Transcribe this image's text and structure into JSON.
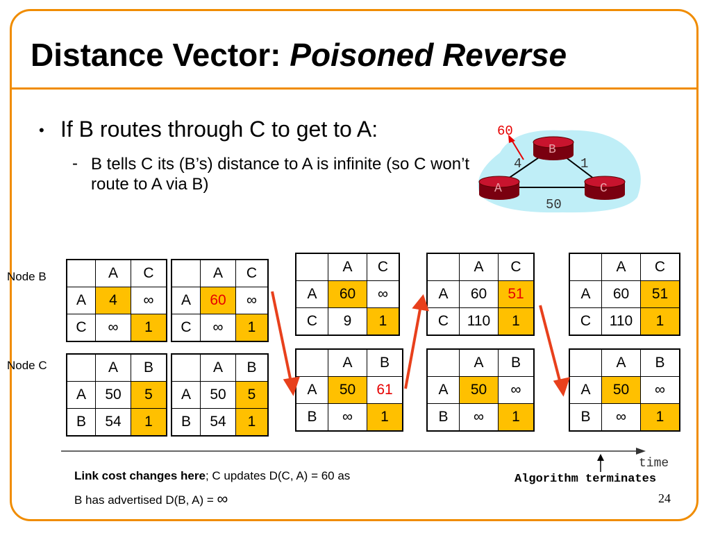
{
  "slide": {
    "title_main": "Distance Vector: ",
    "title_italic": "Poisoned Reverse",
    "bullet": "If B routes through C to get to A:",
    "bullet_dot": "•",
    "sub_dash": "-",
    "sub_text": "B tells C its (B’s) distance to A is infinite (so C won’t route to A via B)",
    "slide_number": "24"
  },
  "network": {
    "link_ab_new_cost": "60",
    "link_ab_cost": "4",
    "link_bc_cost": "1",
    "link_ac_cost": "50",
    "router_a": "A",
    "router_b": "B",
    "router_c": "C",
    "router_color": "#b0102a",
    "cloud_color": "#bfeef7"
  },
  "labels": {
    "node_b": "Node B",
    "node_c": "Node C",
    "time": "time",
    "algorithm_terminates": "Algorithm terminates",
    "caption_bold": "Link cost changes here",
    "caption_rest": "; C updates D(C, A) = 60 as",
    "caption_line2": "B has advertised D(B, A) = ",
    "caption_inf": "∞"
  },
  "colors": {
    "accent": "#f08c00",
    "highlight": "#ffc000",
    "arrow": "#e8401c",
    "changed_text": "#e60000"
  },
  "tables": {
    "b1": {
      "h": [
        "",
        "A",
        "C"
      ],
      "r1": [
        "A",
        "4",
        "∞"
      ],
      "r2": [
        "C",
        "∞",
        "1"
      ]
    },
    "b2": {
      "h": [
        "",
        "A",
        "C"
      ],
      "r1": [
        "A",
        "60",
        "∞"
      ],
      "r2": [
        "C",
        "∞",
        "1"
      ]
    },
    "b3": {
      "h": [
        "",
        "A",
        "C"
      ],
      "r1": [
        "A",
        "60",
        "∞"
      ],
      "r2": [
        "C",
        "9",
        "1"
      ]
    },
    "b4": {
      "h": [
        "",
        "A",
        "C"
      ],
      "r1": [
        "A",
        "60",
        "51"
      ],
      "r2": [
        "C",
        "110",
        "1"
      ]
    },
    "b5": {
      "h": [
        "",
        "A",
        "C"
      ],
      "r1": [
        "A",
        "60",
        "51"
      ],
      "r2": [
        "C",
        "110",
        "1"
      ]
    },
    "c1": {
      "h": [
        "",
        "A",
        "B"
      ],
      "r1": [
        "A",
        "50",
        "5"
      ],
      "r2": [
        "B",
        "54",
        "1"
      ]
    },
    "c2": {
      "h": [
        "",
        "A",
        "B"
      ],
      "r1": [
        "A",
        "50",
        "5"
      ],
      "r2": [
        "B",
        "54",
        "1"
      ]
    },
    "c3": {
      "h": [
        "",
        "A",
        "B"
      ],
      "r1": [
        "A",
        "50",
        "61"
      ],
      "r2": [
        "B",
        "∞",
        "1"
      ]
    },
    "c4": {
      "h": [
        "",
        "A",
        "B"
      ],
      "r1": [
        "A",
        "50",
        "∞"
      ],
      "r2": [
        "B",
        "∞",
        "1"
      ]
    },
    "c5": {
      "h": [
        "",
        "A",
        "B"
      ],
      "r1": [
        "A",
        "50",
        "∞"
      ],
      "r2": [
        "B",
        "∞",
        "1"
      ]
    }
  }
}
